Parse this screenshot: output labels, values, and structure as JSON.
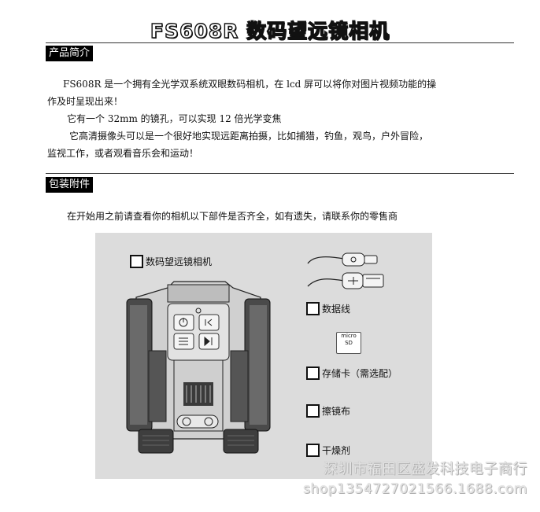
{
  "title": "FS608R 数码望远镜相机",
  "sections": {
    "intro_heading": "产品简介",
    "intro_lines": [
      "FS608R 是一个拥有全光学双系统双眼数码相机，在 lcd 屏可以将你对图片视频功能的操",
      "作及时呈现出来！",
      "它有一个 32mm 的镜孔，可以实现 12 倍光学变焦",
      "它高清摄像头可以是一个很好地实现远距离拍摄，比如捕猎，钓鱼，观鸟，户外冒险，",
      "监视工作，或者观看音乐会和运动！"
    ],
    "package_heading": "包装附件",
    "package_intro": "在开始用之前请查看你的相机以下部件是否齐全，如有遗失，请联系你的零售商"
  },
  "package_items": [
    {
      "label": "数码望远镜相机"
    },
    {
      "label": "数据线"
    },
    {
      "label": "存储卡（需选配）"
    },
    {
      "label": "擦镜布"
    },
    {
      "label": "干燥剂"
    }
  ],
  "card_text": "micro SD",
  "watermark": {
    "line1": "深圳市福田区盛发科技电子商行",
    "line2": "shop1354727021566.1688.com"
  }
}
